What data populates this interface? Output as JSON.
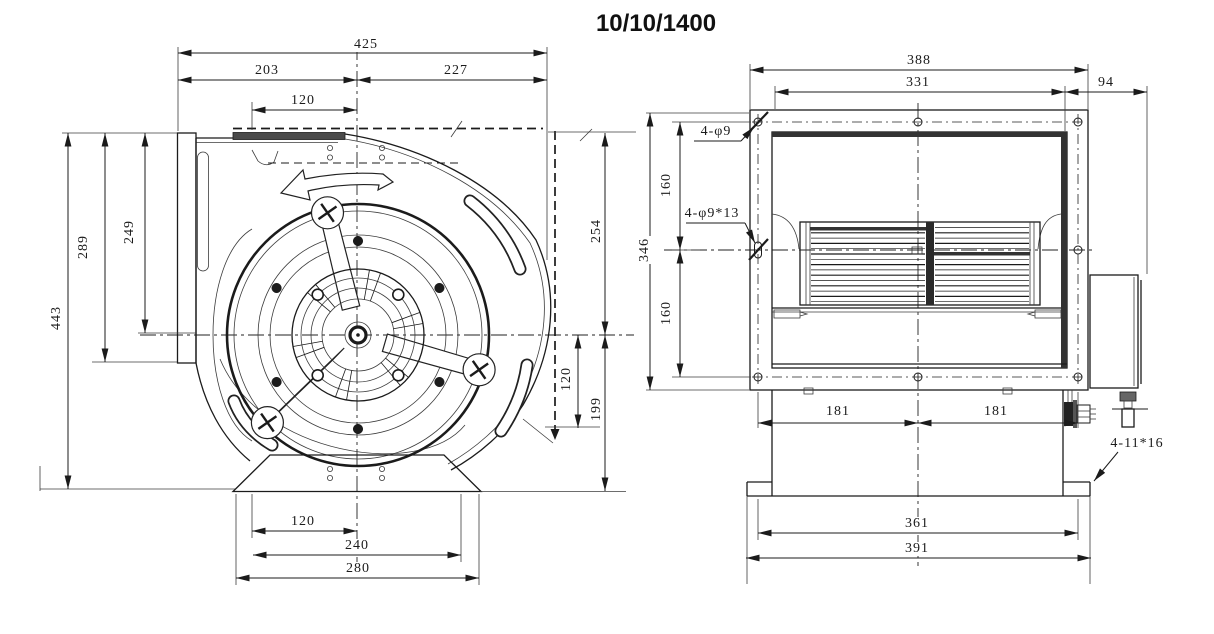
{
  "title": "10/10/1400",
  "left_view": {
    "dims": {
      "top_overall": "425",
      "top_left": "203",
      "top_right": "227",
      "top_outlet": "120",
      "left_overall": "443",
      "left_flange": "289",
      "left_center": "249",
      "right_upper": "254",
      "right_offset": "120",
      "right_lower": "199",
      "bottom_half": "120",
      "bottom_holes": "240",
      "bottom_overall": "280"
    }
  },
  "right_view": {
    "dims": {
      "top_overall": "388",
      "top_inner": "331",
      "top_motor": "94",
      "left_overall": "346",
      "left_upper": "160",
      "left_lower": "160",
      "mid_left": "181",
      "mid_right": "181",
      "bottom_holes": "361",
      "bottom_overall": "391"
    },
    "labels": {
      "flange_holes": "4-φ9",
      "flange_slots": "4-φ9*13",
      "foot_slots": "4-11*16"
    }
  }
}
